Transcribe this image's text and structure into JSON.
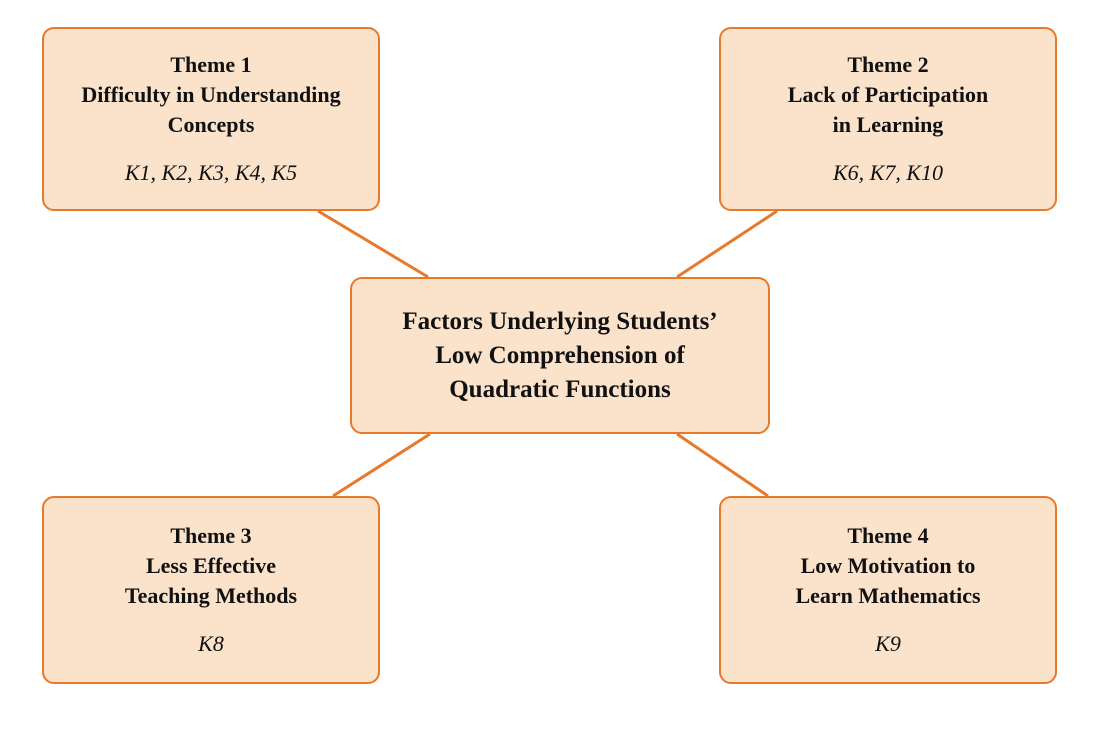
{
  "center": {
    "title": "Factors Underlying Students’\nLow Comprehension of\nQuadratic Functions"
  },
  "themes": [
    {
      "title": "Theme 1",
      "subtitle": "Difficulty in Understanding\nConcepts",
      "codes": "K1, K2, K3, K4, K5"
    },
    {
      "title": "Theme 2",
      "subtitle": "Lack of Participation\nin Learning",
      "codes": "K6, K7, K10"
    },
    {
      "title": "Theme 3",
      "subtitle": "Less Effective\nTeaching Methods",
      "codes": "K8"
    },
    {
      "title": "Theme 4",
      "subtitle": "Low Motivation to\nLearn Mathematics",
      "codes": "K9"
    }
  ],
  "colors": {
    "box_fill": "#fbe2cb",
    "border": "#e8782a",
    "connector": "#e8782a",
    "text": "#111111"
  }
}
